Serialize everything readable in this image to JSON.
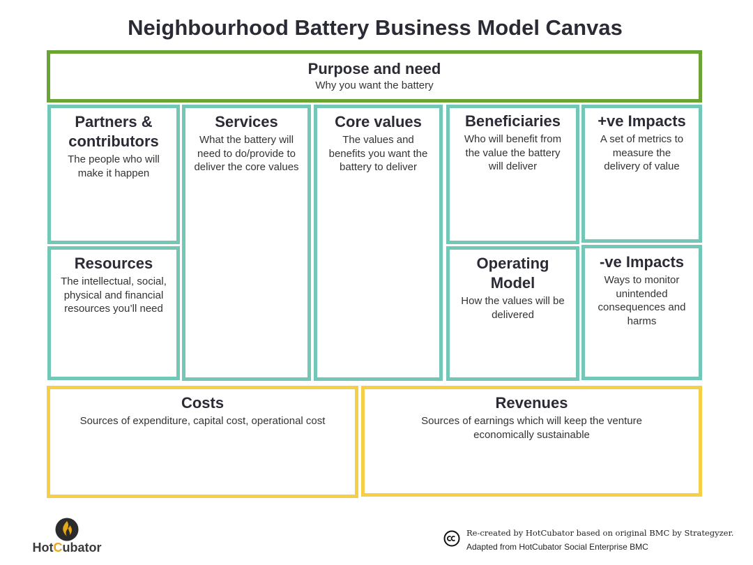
{
  "canvas": {
    "title": "Neighbourhood Battery Business Model Canvas"
  },
  "blocks": {
    "purpose": {
      "heading": "Purpose and need",
      "subtitle": "Why you want the battery"
    },
    "partners": {
      "heading_line1": "Partners &",
      "heading_line2": "contributors",
      "subtitle": "The people who will make it happen"
    },
    "resources": {
      "heading": "Resources",
      "subtitle": "The intellectual, social, physical and financial resources you’ll need"
    },
    "services": {
      "heading": "Services",
      "subtitle": "What the battery will need to do/provide to deliver the core values"
    },
    "core_values": {
      "heading": "Core values",
      "subtitle": "The values and benefits you want the battery to deliver"
    },
    "beneficiaries": {
      "heading": "Beneficiaries",
      "subtitle": "Who will benefit from the value the battery will deliver"
    },
    "operating_model": {
      "heading_line1": "Operating",
      "heading_line2": "Model",
      "subtitle": "How the values will be delivered"
    },
    "positive_impacts": {
      "heading": "+ve Impacts",
      "subtitle": "A set of metrics to measure the delivery of value"
    },
    "negative_impacts": {
      "heading": "-ve Impacts",
      "subtitle": "Ways to monitor unintended consequences and harms"
    },
    "costs": {
      "heading": "Costs",
      "subtitle": "Sources of expenditure, capital cost, operational cost"
    },
    "revenues": {
      "heading": "Revenues",
      "subtitle": "Sources of earnings which will keep the venture economically sustainable"
    }
  },
  "footer": {
    "logo_text_part1": "Hot",
    "logo_text_part2": "C",
    "logo_text_part3": "ubator",
    "credit_line1": "Re-created by HotCubator based on original BMC by Strategyzer.",
    "credit_line2": "Adapted from HotCubator Social Enterprise BMC"
  },
  "colors": {
    "purpose_border": "#6aa434",
    "block_border": "#73c7b7",
    "financial_border": "#f5cf47",
    "logo_accent": "#e6a817"
  },
  "icons": {
    "logo": "flame-icon",
    "license": "creative-commons-icon"
  }
}
